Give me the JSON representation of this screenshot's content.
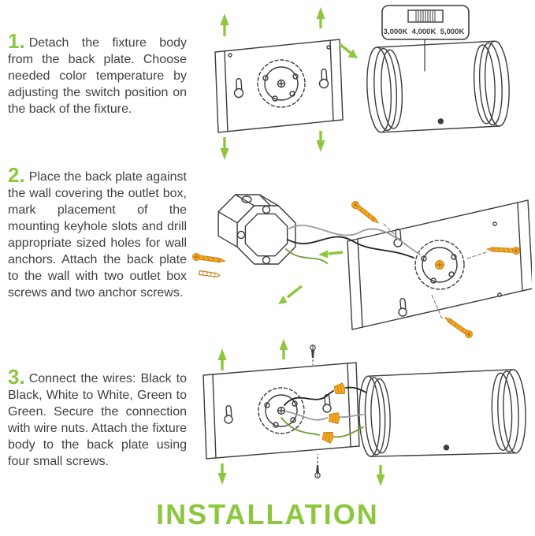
{
  "colors": {
    "accent_green": "#8dc63f",
    "screw_orange": "#f5a623",
    "line_art": "#3c3c3c",
    "body_text": "#414042"
  },
  "title": "INSTALLATION",
  "steps": [
    {
      "number": "1.",
      "text": "Detach the fixture body from the back plate. Choose needed color temperature by adjusting the switch position on the back of the fixture."
    },
    {
      "number": "2.",
      "text": "Place the back plate against the wall covering the outlet box, mark placement of the mounting keyhole slots and drill appropriate sized holes for wall anchors. Attach the back plate to the wall with two outlet box screws and two anchor screws."
    },
    {
      "number": "3.",
      "text": "Connect the wires: Black to Black, White to White, Green to Green. Secure the connection with wire nuts. Attach the fixture body to the back plate using four small screws."
    }
  ],
  "color_temp_switch": {
    "labels": [
      "3,000K",
      "4,000K",
      "5,000K"
    ]
  }
}
